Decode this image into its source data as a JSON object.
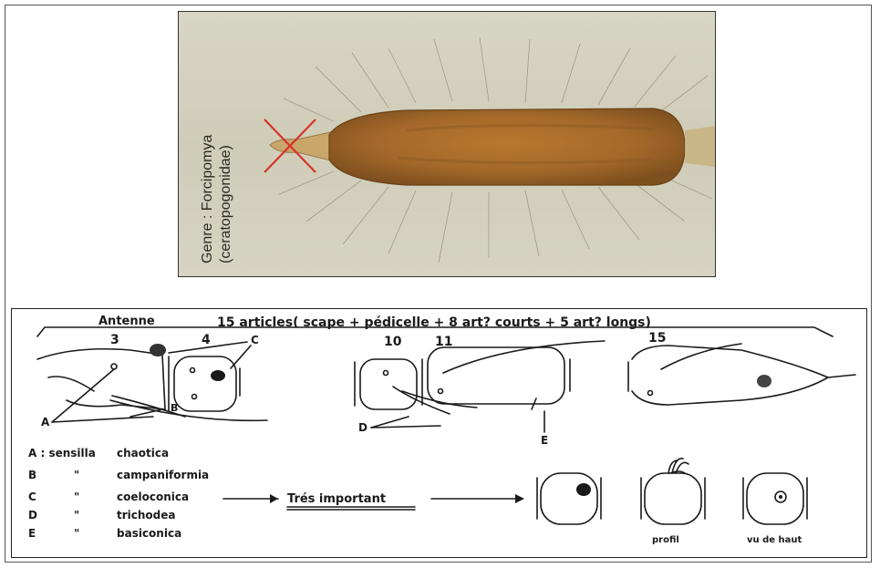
{
  "photo": {
    "genus_label_line1": "Genre : Forcipomya",
    "genus_label_line2": "(ceratopogonidae)"
  },
  "diagram": {
    "header_left": "Antenne",
    "header_main": "15 articles( scape + pédicelle + 8 art? courts + 5 art? longs)",
    "segment_numbers": [
      "3",
      "4",
      "10",
      "11",
      "15"
    ],
    "letters": {
      "a": "A",
      "b": "B",
      "c": "C",
      "d": "D",
      "e": "E"
    },
    "legend": [
      {
        "key": "A : sensilla",
        "ditto": "",
        "name": "chaotica"
      },
      {
        "key": "B",
        "ditto": "\"",
        "name": "campaniformia"
      },
      {
        "key": "C",
        "ditto": "\"",
        "name": "coeloconica"
      },
      {
        "key": "D",
        "ditto": "\"",
        "name": "trichodea"
      },
      {
        "key": "E",
        "ditto": "\"",
        "name": "basiconica"
      }
    ],
    "emphasis": "Trés  important",
    "view_labels": {
      "profile": "profil",
      "top": "vu de haut"
    }
  }
}
